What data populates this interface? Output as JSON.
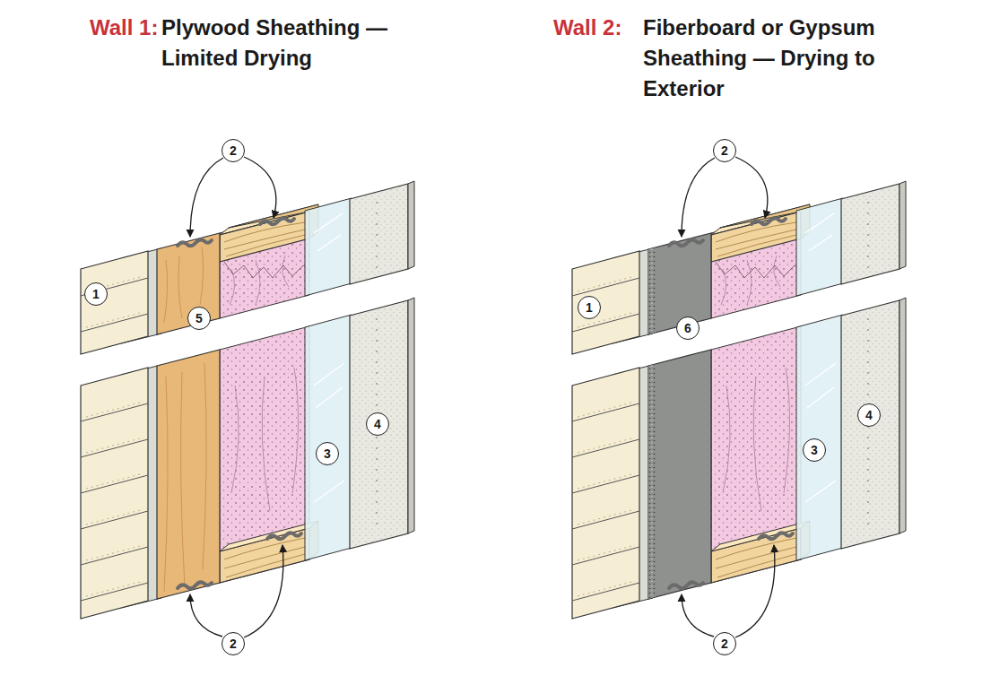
{
  "diagram": {
    "nodes": [
      {
        "text": [
          "2"
        ]
      },
      {
        "text": [
          "1"
        ]
      },
      {
        "text": [
          "5"
        ]
      },
      {
        "text": [
          "4"
        ]
      },
      {
        "text": [
          "3"
        ]
      },
      {
        "text": [
          "2"
        ]
      },
      {
        "text": [
          "2"
        ]
      },
      {
        "text": [
          "1"
        ]
      },
      {
        "text": [
          "6"
        ]
      },
      {
        "text": [
          "4"
        ]
      },
      {
        "text": [
          "3"
        ]
      },
      {
        "text": [
          "2"
        ]
      }
    ],
    "labels": [
      "Wall 1:",
      "Plywood Sheathing — Limited Drying",
      "Wall 2:",
      "Fiberboard or Gypsum Sheathing — Drying to Exterior"
    ]
  }
}
